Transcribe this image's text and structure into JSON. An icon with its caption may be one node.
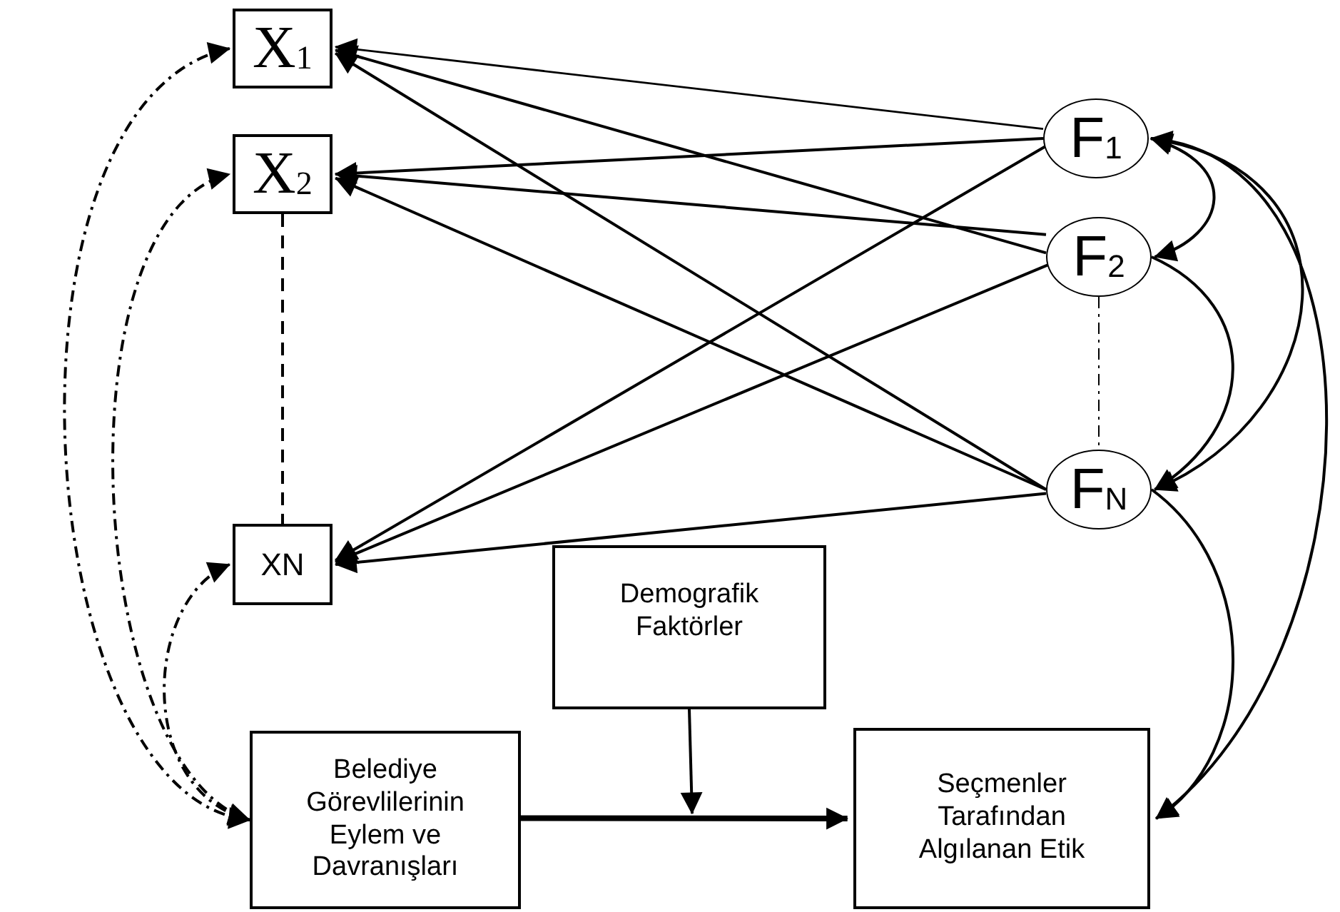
{
  "diagram": {
    "nodes": [
      {
        "text": [
          "X$_{1}$"
        ]
      },
      {
        "text": [
          "X$_{2}$"
        ]
      },
      {
        "text": [
          "XN"
        ]
      },
      {
        "text": [
          "F$_{1}$"
        ]
      },
      {
        "text": [
          "F$_{2}$"
        ]
      },
      {
        "text": [
          "F$_{N}$"
        ]
      },
      {
        "text": [
          "Demografik Faktörler"
        ]
      },
      {
        "text": [
          "Belediye Görevlilerinin Eylem ve Davranışları"
        ]
      },
      {
        "text": [
          "Seçmenler Tarafından Algılanan Etik"
        ]
      }
    ],
    "edges": [
      {
        "from": 3,
        "to": 0,
        "arrow": "to"
      },
      {
        "from": 4,
        "to": 0,
        "arrow": "to"
      },
      {
        "from": 5,
        "to": 0,
        "arrow": "to"
      },
      {
        "from": 3,
        "to": 1,
        "arrow": "to"
      },
      {
        "from": 4,
        "to": 1,
        "arrow": "to"
      },
      {
        "from": 5,
        "to": 1,
        "arrow": "to"
      },
      {
        "from": 3,
        "to": 2,
        "arrow": "to"
      },
      {
        "from": 4,
        "to": 2,
        "arrow": "to"
      },
      {
        "from": 5,
        "to": 2,
        "arrow": "to"
      },
      {
        "from": 1,
        "to": 2,
        "arrow": "none",
        "style": "dashed"
      },
      {
        "from": 4,
        "to": 5,
        "arrow": "none",
        "style": "dashed"
      },
      {
        "from": 7,
        "to": 0,
        "arrow": "both",
        "style": "dashed"
      },
      {
        "from": 7,
        "to": 1,
        "arrow": "both",
        "style": "dashed"
      },
      {
        "from": 7,
        "to": 2,
        "arrow": "both",
        "style": "dashed"
      },
      {
        "from": 7,
        "to": 8,
        "arrow": "to",
        "style": "thick"
      },
      {
        "from": 6,
        "to": null,
        "arrow": "to"
      },
      {
        "from": 3,
        "to": 4,
        "arrow": "both"
      },
      {
        "from": 3,
        "to": 5,
        "arrow": "both"
      },
      {
        "from": 4,
        "to": 5,
        "arrow": "to"
      },
      {
        "from": 5,
        "to": 8,
        "arrow": "to"
      },
      {
        "from": 3,
        "to": 8,
        "arrow": "to"
      }
    ]
  }
}
